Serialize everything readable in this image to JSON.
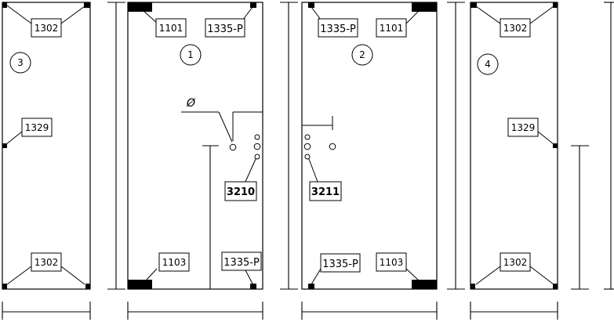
{
  "panels": {
    "p3": {
      "number": "3",
      "top_tag": "1302",
      "mid_tag": "1329",
      "bottom_tag": "1302"
    },
    "p1": {
      "number": "1",
      "top_left_tag": "1101",
      "top_right_tag": "1335-P",
      "bottom_left_tag": "1103",
      "bottom_right_tag": "1335-P",
      "code_tag": "3210"
    },
    "p2": {
      "number": "2",
      "top_left_tag": "1335-P",
      "top_right_tag": "1101",
      "bottom_left_tag": "1335-P",
      "bottom_right_tag": "1103",
      "code_tag": "3211"
    },
    "p4": {
      "number": "4",
      "top_tag": "1302",
      "mid_tag": "1329",
      "bottom_tag": "1302"
    }
  },
  "symbols": {
    "diameter": "Ø"
  }
}
